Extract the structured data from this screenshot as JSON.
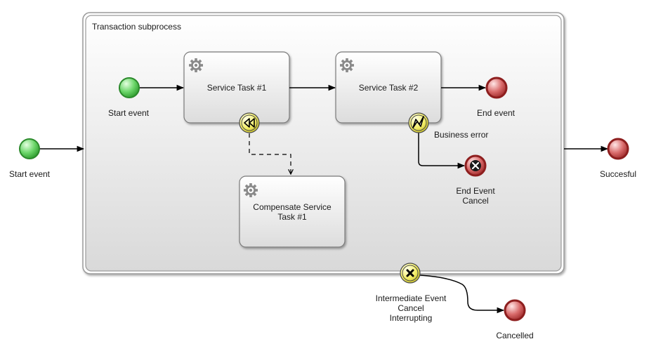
{
  "subprocess": {
    "title": "Transaction subprocess"
  },
  "outer": {
    "start_label": "Start event",
    "success_label": "Succesful",
    "cancelled_label": "Cancelled",
    "boundary_label": "Intermediate Event\nCancel\nInterrupting"
  },
  "inner": {
    "start_label": "Start event",
    "end_label": "End event",
    "end_cancel_label": "End Event\nCancel",
    "business_error_label": "Business error"
  },
  "tasks": {
    "task1": "Service Task #1",
    "task2": "Service Task #2",
    "compensate": "Compensate Service Task #1"
  },
  "colors": {
    "start_fill": "#5cc85c",
    "end_fill": "#c85050",
    "boundary_fill": "#f5f07a",
    "flow": "#000000"
  }
}
